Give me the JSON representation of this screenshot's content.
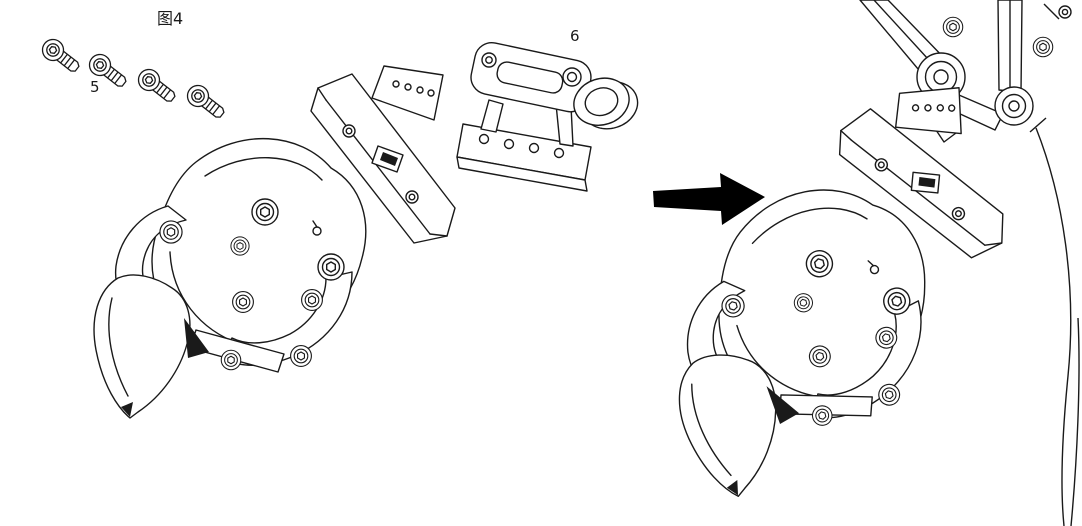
{
  "figure": {
    "label": "图4",
    "parts": {
      "screws": {
        "label": "5",
        "name": "socket-head-cap-screws"
      },
      "bracket": {
        "label": "6",
        "name": "mounting-bracket"
      }
    }
  },
  "colors": {
    "line": "#1a1a1a",
    "background": "#ffffff",
    "arrow": "#000000"
  }
}
